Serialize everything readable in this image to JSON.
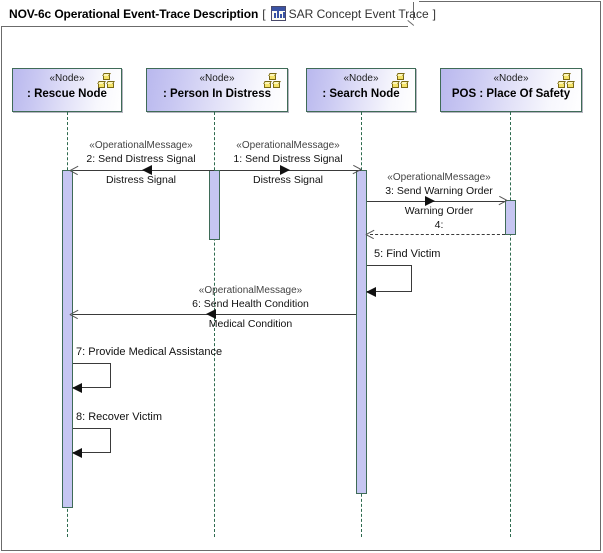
{
  "frame": {
    "title": "NOV-6c Operational Event-Trace Description",
    "bracket_open": "[",
    "bracket_close": "]",
    "subtitle": "SAR Concept Event Trace",
    "icon": "diagram-icon"
  },
  "colors": {
    "activation_fill": "#c6c6f2",
    "lifeline_stroke": "#2e6b4f",
    "head_border": "#3f6b57",
    "head_gradient_start": "#b9b8ee",
    "head_gradient_end": "#ffffff",
    "message_stroke": "#3a3a3a",
    "node_icon": "#f5e36a"
  },
  "lifelines": [
    {
      "id": "rescue",
      "stereotype": "«Node»",
      "name": ": Rescue Node",
      "icon": "node-icon"
    },
    {
      "id": "distress",
      "stereotype": "«Node»",
      "name": ": Person In Distress",
      "icon": "node-icon"
    },
    {
      "id": "search",
      "stereotype": "«Node»",
      "name": ": Search Node",
      "icon": "node-icon"
    },
    {
      "id": "pos",
      "stereotype": "«Node»",
      "name": "POS : Place Of Safety",
      "icon": "node-icon"
    }
  ],
  "messages": [
    {
      "seq": "1",
      "stereotype": "«OperationalMessage»",
      "label": "1: Send Distress Signal",
      "signal": "Distress Signal",
      "from": "distress",
      "to": "search",
      "direction": "right",
      "kind": "call"
    },
    {
      "seq": "2",
      "stereotype": "«OperationalMessage»",
      "label": "2: Send Distress Signal",
      "signal": "Distress Signal",
      "from": "distress",
      "to": "rescue",
      "direction": "left",
      "kind": "call"
    },
    {
      "seq": "3",
      "stereotype": "«OperationalMessage»",
      "label": "3: Send Warning Order",
      "signal": "Warning Order",
      "from": "search",
      "to": "pos",
      "direction": "right",
      "kind": "call"
    },
    {
      "seq": "4",
      "stereotype": "",
      "label": "4:",
      "signal": "",
      "from": "pos",
      "to": "search",
      "direction": "left",
      "kind": "return"
    },
    {
      "seq": "5",
      "stereotype": "",
      "label": "5: Find Victim",
      "signal": "",
      "from": "search",
      "to": "search",
      "direction": "self",
      "kind": "self"
    },
    {
      "seq": "6",
      "stereotype": "«OperationalMessage»",
      "label": "6: Send Health Condition",
      "signal": "Medical Condition",
      "from": "search",
      "to": "rescue",
      "direction": "left",
      "kind": "call"
    },
    {
      "seq": "7",
      "stereotype": "",
      "label": "7: Provide Medical Assistance",
      "signal": "",
      "from": "rescue",
      "to": "rescue",
      "direction": "self",
      "kind": "self"
    },
    {
      "seq": "8",
      "stereotype": "",
      "label": "8: Recover Victim",
      "signal": "",
      "from": "rescue",
      "to": "rescue",
      "direction": "self",
      "kind": "self"
    }
  ]
}
